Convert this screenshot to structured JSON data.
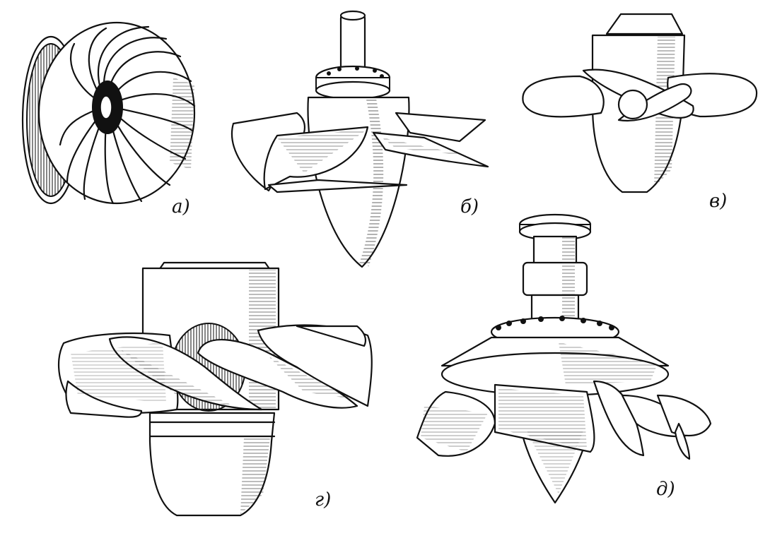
{
  "figure": {
    "panels": [
      {
        "id": "a",
        "label": "а)"
      },
      {
        "id": "b",
        "label": "б)"
      },
      {
        "id": "v",
        "label": "в)"
      },
      {
        "id": "g",
        "label": "г)"
      },
      {
        "id": "d",
        "label": "д)"
      }
    ]
  }
}
